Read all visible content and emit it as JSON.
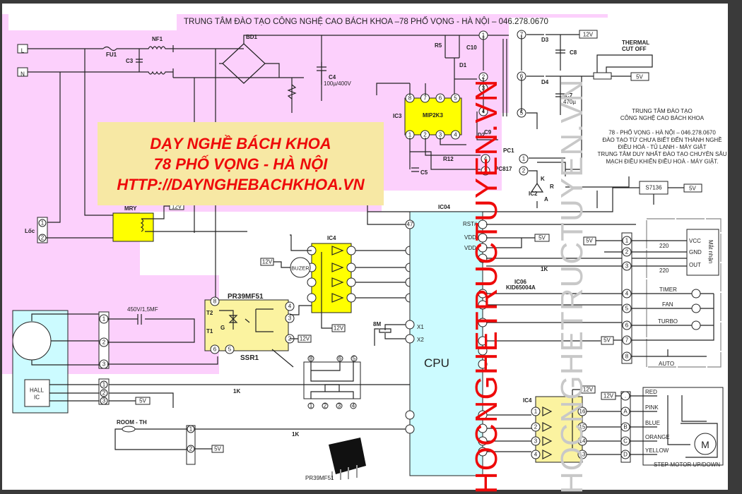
{
  "header": {
    "title": "TRUNG TÂM ĐÀO TẠO CÔNG NGHỆ CAO BÁCH KHOA –78 PHỐ VỌNG - HÀ NỘI – 046.278.0670"
  },
  "banner": {
    "line1": "DẠY NGHỀ BÁCH KHOA",
    "line2": "78 PHỐ VỌNG - HÀ NỘI",
    "line3": "HTTP://DAYNGHEBACHKHOA.VN"
  },
  "info_block": {
    "lines": [
      "TRUNG TÂM ĐÀO TẠO",
      "CÔNG NGHỆ CAO BÁCH KHOA",
      "",
      "78 - PHỐ VỌNG - HÀ NỘI – 046.278.0670",
      "ĐÀO TẠO TỪ CHƯA BIẾT ĐẾN THÀNH NGHỀ",
      "ĐIỀU HOÀ - TỦ LẠNH - MÁY GIẶT",
      "TRUNG TÂM DUY NHẤT ĐÀO TẠO CHUYÊN SÂU",
      "MẠCH ĐIỀU KHIỂN ĐIỀU HOÀ - MÁY GIẶT."
    ]
  },
  "watermarks": {
    "red": "HOCNGHETRUCTUYEN.VN",
    "gray": "HOCNGHETRUCTUYEN.VN"
  },
  "power_section": {
    "terminal_L": "L",
    "terminal_N": "N",
    "fuse": "FU1",
    "filter": "NF1",
    "cap_c3": "C3",
    "bridge": "BD1",
    "cap_c4": "C4",
    "cap_c4_value": "100µ/400V",
    "r5": "R5",
    "c10": "C10",
    "d1": "D1",
    "d2": "D2",
    "c9": "C9",
    "ic3_ref": "IC3",
    "ic3_name": "MIP2K3",
    "ic3_top_pins": [
      "8",
      "7",
      "6",
      "5"
    ],
    "ic3_bottom_pins": [
      "1",
      "2",
      "3",
      "4"
    ],
    "c5": "C5",
    "r12": "R12",
    "pc1": "PC1",
    "pc817": "PC817",
    "pc_pins": [
      "4",
      "3",
      "1",
      "2"
    ],
    "xfmr_primary_pins": [
      "1",
      "2",
      "3",
      "4"
    ],
    "xfmr_secondary_pins": [
      "7",
      "6",
      "5"
    ],
    "d3": "D3",
    "d4": "D4",
    "c8": "C8",
    "c7": "C7",
    "c7_value": "470µ",
    "v12_label": "12V",
    "v5_label": "5V",
    "thermal_cutoff_line1": "THERMAL",
    "thermal_cutoff_line2": "CUT OFF",
    "ic2": "IC2",
    "ic2_k": "K",
    "ic2_r": "R",
    "ic2_a": "A",
    "s7136": "S7136"
  },
  "relay_section": {
    "connector_label": "Lốc",
    "connector_pins": [
      "1",
      "2"
    ],
    "relay": "MRY",
    "relay_supply": "12V"
  },
  "driver_ic4_top": {
    "ref": "IC4",
    "buzzer": "BUZER",
    "buzzer_supply": "12V",
    "supply": "12V"
  },
  "ssr": {
    "part": "PR39MF51",
    "ref": "SSR1",
    "pins": [
      "8",
      "4",
      "3",
      "2",
      "6",
      "5"
    ],
    "t2": "T2",
    "t1": "T1",
    "g": "G",
    "supply": "12V",
    "detail_top_pins": [
      "8",
      "6",
      "5"
    ],
    "detail_bottom_pins": [
      "1",
      "2",
      "3",
      "4"
    ],
    "chip_label": "PR39MF51"
  },
  "fan_motor": {
    "cap_label": "450V/1,5MF",
    "pins": [
      "1",
      "2",
      "3"
    ],
    "hall_label_1": "HALL",
    "hall_label_2": "IC",
    "hall_pins": [
      "1",
      "2",
      "3"
    ],
    "hall_supply": "5V",
    "r_label": "1K"
  },
  "room_th": {
    "label": "ROOM - TH",
    "pins": [
      "1",
      "2"
    ],
    "supply": "5V",
    "r_label": "1K"
  },
  "cpu": {
    "ref": "IC04",
    "label": "CPU",
    "pin47": "47",
    "rst": "RST#",
    "vdd1": "VDD",
    "vdd2": "VDD",
    "x1": "X1",
    "x2": "X2",
    "crystal": "8M",
    "vdd_supply": "5V",
    "r_label": "1K"
  },
  "ic06": {
    "ref": "IC06",
    "part": "KID65004A"
  },
  "display_board": {
    "supply_5v": "5V",
    "pins": [
      "1",
      "2",
      "3",
      "4",
      "5",
      "6",
      "7",
      "8"
    ],
    "r1": "220",
    "r2": "220",
    "vcc": "VCC",
    "gnd": "GND",
    "out": "OUT",
    "receiver": "Mắt nhận",
    "timer": "TIMER",
    "fan": "FAN",
    "turbo": "TURBO",
    "auto": "AUTO",
    "pin7_supply": "5V"
  },
  "step_driver": {
    "ref": "IC4",
    "supply": "12V",
    "in_pins": [
      "1",
      "2",
      "3",
      "4"
    ],
    "out_pins": [
      "16",
      "15",
      "14",
      "13"
    ],
    "conn_supply": "12V",
    "conn_pins": [
      ".",
      "A",
      "B",
      "C",
      "D"
    ],
    "wires": [
      "RED",
      "PINK",
      "BLUE",
      "ORANGE",
      "YELLOW"
    ],
    "motor": "M",
    "motor_label": "STEP-MOTOR UP/DOWN"
  }
}
